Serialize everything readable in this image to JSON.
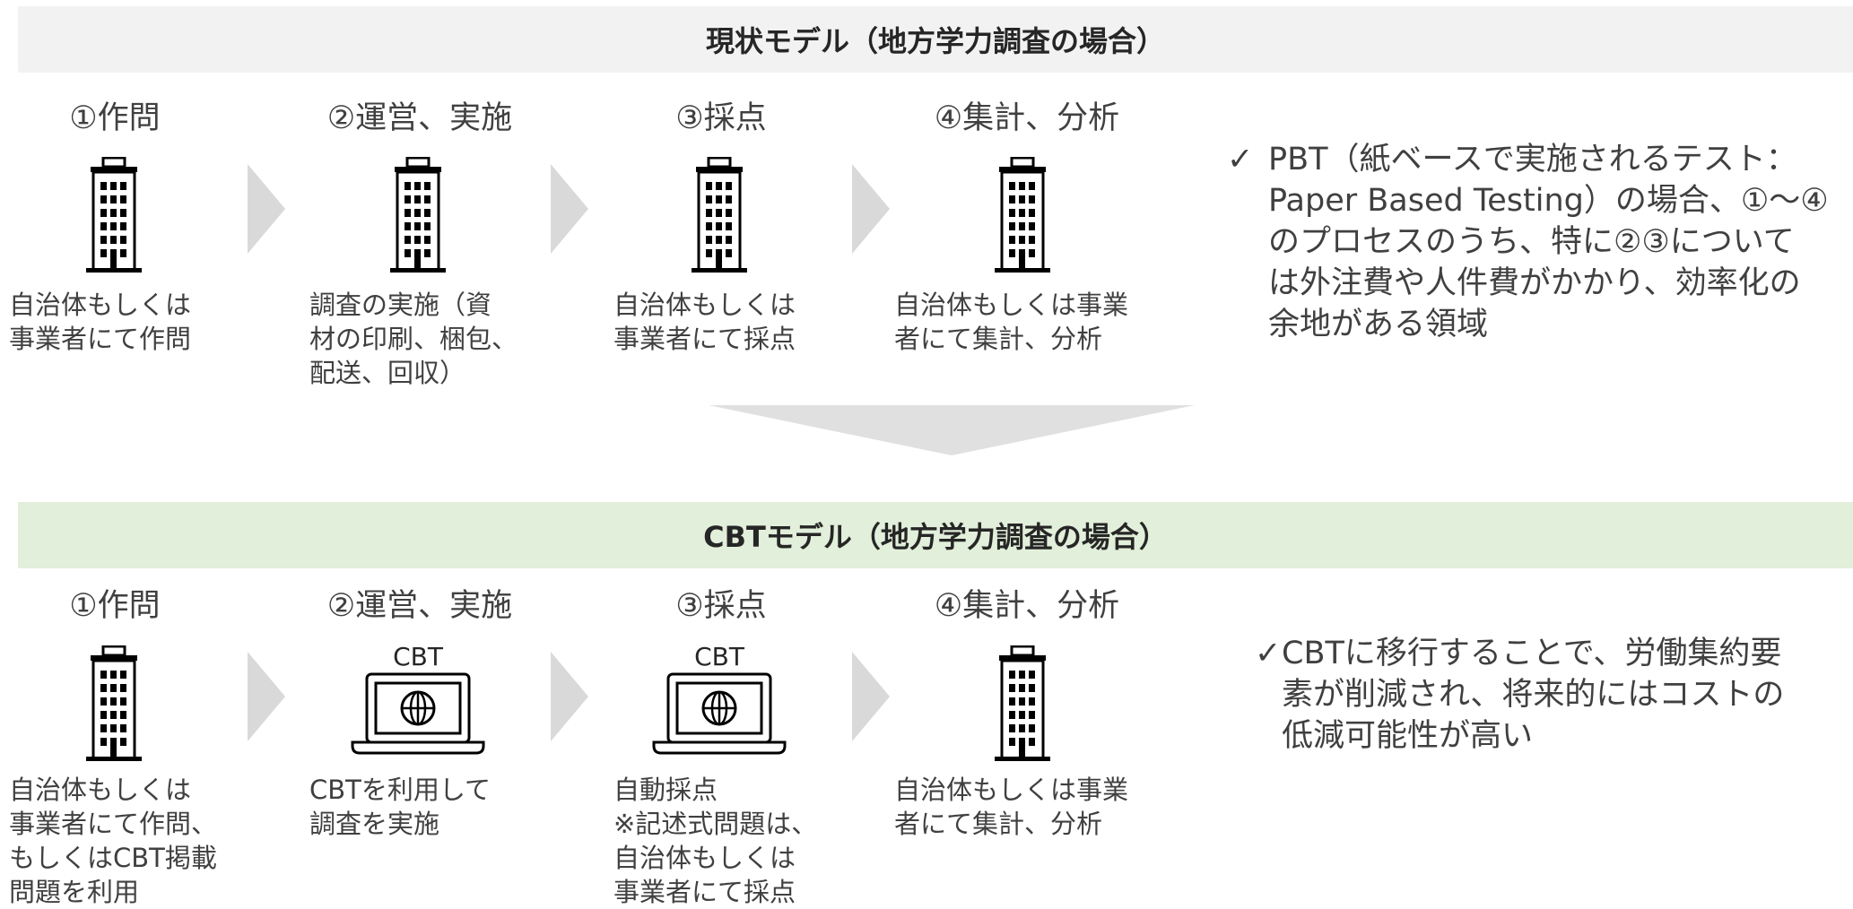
{
  "top": {
    "title": "現状モデル（地方学力調査の場合）",
    "steps": [
      {
        "title": "①作問",
        "desc": "自治体もしくは\n事業者にて作問",
        "icon": "building-icon"
      },
      {
        "title": "②運営、実施",
        "desc": "調査の実施（資\n材の印刷、梱包、\n配送、回収）",
        "icon": "building-icon"
      },
      {
        "title": "③採点",
        "desc": "自治体もしくは\n事業者にて採点",
        "icon": "building-icon"
      },
      {
        "title": "④集計、分析",
        "desc": "自治体もしくは事業\n者にて集計、分析",
        "icon": "building-icon"
      }
    ],
    "note": {
      "check": "✓",
      "lines": [
        "PBT（紙ベースで実施されるテスト：",
        "Paper Based Testing）の場合、①〜④",
        "のプロセスのうち、特に②③について",
        "は外注費や人件費がかかり、効率化の",
        "余地がある領域"
      ]
    }
  },
  "bottom": {
    "title": "CBTモデル（地方学力調査の場合）",
    "steps": [
      {
        "title": "①作問",
        "desc": "自治体もしくは\n事業者にて作問、\nもしくはCBT掲載\n問題を利用",
        "icon": "building-icon"
      },
      {
        "title": "②運営、実施",
        "desc": "CBTを利用して\n調査を実施",
        "icon": "laptop-globe-icon",
        "icon_label": "CBT"
      },
      {
        "title": "③採点",
        "desc": "自動採点\n※記述式問題は、\n自治体もしくは\n事業者にて採点",
        "icon": "laptop-globe-icon",
        "icon_label": "CBT"
      },
      {
        "title": "④集計、分析",
        "desc": "自治体もしくは事業\n者にて集計、分析",
        "icon": "building-icon"
      }
    ],
    "note": {
      "check": "✓",
      "lines": [
        "CBTに移行することで、労働集約要",
        "素が削減され、将来的にはコストの",
        "低減可能性が高い"
      ]
    }
  },
  "colors": {
    "top_band": "#f2f2f2",
    "bottom_band": "#e2efda",
    "chevron": "#d9d9d9",
    "icon": "#000000"
  }
}
